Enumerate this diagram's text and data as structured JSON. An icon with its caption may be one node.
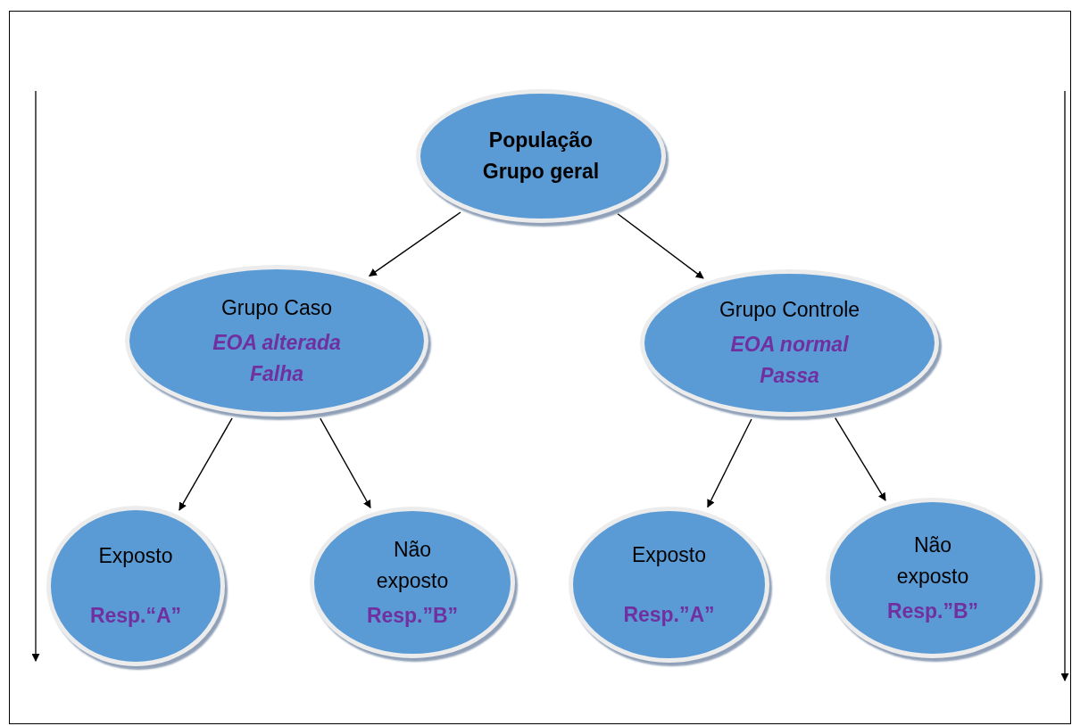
{
  "diagram": {
    "nodes": [
      {
        "text": [
          "População Grupo geral"
        ]
      },
      {
        "text": [
          "Grupo Caso",
          "EOA alterada Falha"
        ]
      },
      {
        "text": [
          "Grupo Controle",
          "EOA normal Passa"
        ]
      },
      {
        "text": [
          "Exposto",
          "Resp.“A”"
        ]
      },
      {
        "text": [
          "Não exposto",
          "Resp.”B”"
        ]
      },
      {
        "text": [
          "Exposto",
          "Resp.”A”"
        ]
      },
      {
        "text": [
          "Não exposto",
          "Resp.”B”"
        ]
      }
    ],
    "edges": [
      {
        "from": 0,
        "to": 1,
        "arrow": "to"
      },
      {
        "from": 0,
        "to": 2,
        "arrow": "to"
      },
      {
        "from": 1,
        "to": 3,
        "arrow": "to"
      },
      {
        "from": 1,
        "to": 4,
        "arrow": "to"
      },
      {
        "from": 2,
        "to": 5,
        "arrow": "to"
      },
      {
        "from": 2,
        "to": 6,
        "arrow": "to"
      }
    ]
  }
}
